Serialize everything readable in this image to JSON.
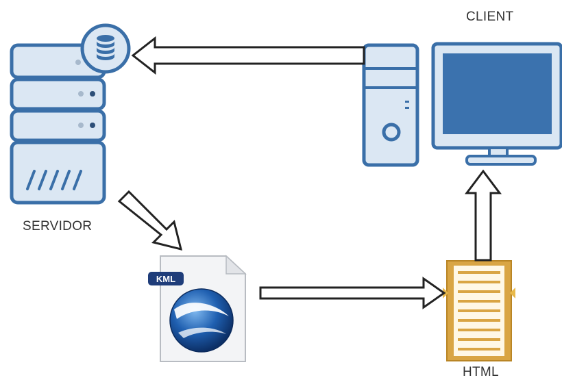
{
  "labels": {
    "client": "CLIENT",
    "server": "SERVIDOR",
    "html": "HTML",
    "kml_badge": "KML"
  },
  "colors": {
    "outline": "#3a6fa8",
    "fill": "#dbe7f3",
    "screen": "#3b72ae",
    "document": "#d9a544",
    "arrow": "#222222"
  },
  "icons": {
    "server": "server-rack-icon",
    "database": "database-icon",
    "tower": "desktop-tower-icon",
    "monitor": "monitor-icon",
    "kml_file": "kml-file-icon",
    "globe": "google-earth-globe-icon",
    "html_doc": "html-document-icon"
  }
}
